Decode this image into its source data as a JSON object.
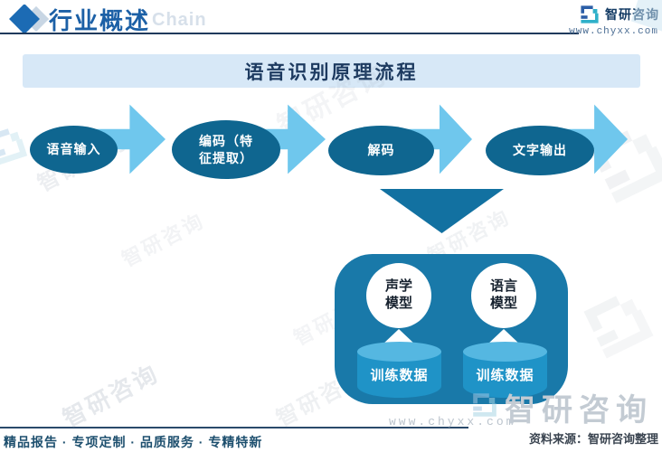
{
  "header": {
    "section_title": "行业概述",
    "brand_name": "智研咨询",
    "brand_url": "www.chyxx.com",
    "watermark_word": "Chain"
  },
  "diagram": {
    "title": "语音识别原理流程",
    "flow_steps": [
      {
        "label": "语音输入"
      },
      {
        "label": "编码（特\n征提取）"
      },
      {
        "label": "解码"
      },
      {
        "label": "文字输出"
      }
    ],
    "models": [
      {
        "name": "声学\n模型",
        "dataset": "训练数据"
      },
      {
        "name": "语言\n模型",
        "dataset": "训练数据"
      }
    ]
  },
  "footer": {
    "tagline": "精品报告 · 专项定制 · 品质服务 · 专精特新",
    "source": "资料来源：智研咨询整理"
  },
  "watermarks": {
    "diagonal_text": "智研咨询",
    "brand_text": "智研咨询",
    "url_text": "www.chyxx.com"
  },
  "colors": {
    "accent_blue": "#1C60A6",
    "ellipse": "#0F6690",
    "arrow": "#6FC7ED",
    "panel": "#1979A9",
    "down_triangle": "#1271A1",
    "cylinder": "#1F93C7",
    "cylinder_top": "#55B7E1",
    "title_bar_bg": "#D7E8F7",
    "title_bar_text": "#1D3A60",
    "divider": "#1F3A5C",
    "footer_text": "#1D4F6E"
  }
}
